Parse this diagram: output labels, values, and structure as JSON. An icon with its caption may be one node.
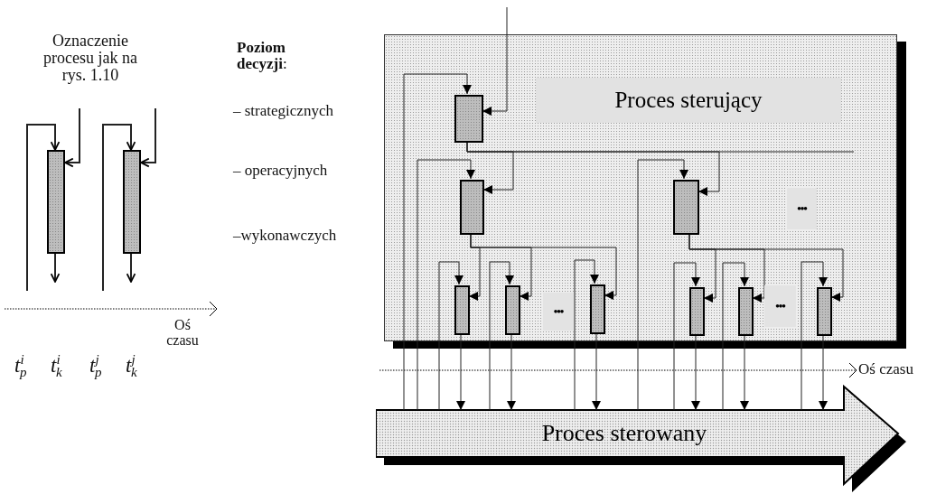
{
  "diagram": {
    "nodes": [
      {
        "text": [
          "Proces sterujący"
        ]
      },
      {
        "text": [],
        "shape": "box",
        "in": 0
      },
      {
        "text": [],
        "shape": "box",
        "in": 0
      },
      {
        "text": [],
        "shape": "box",
        "in": 0
      },
      {
        "text": [
          "•••"
        ],
        "in": 0
      },
      {
        "text": [],
        "shape": "box",
        "in": 0
      },
      {
        "text": [],
        "shape": "box",
        "in": 0
      },
      {
        "text": [],
        "shape": "box",
        "in": 0
      },
      {
        "text": [
          "•••"
        ],
        "in": 0
      },
      {
        "text": [],
        "shape": "box",
        "in": 0
      },
      {
        "text": [],
        "shape": "box",
        "in": 0
      },
      {
        "text": [],
        "shape": "box",
        "in": 0
      },
      {
        "text": [
          "•••"
        ],
        "in": 0
      },
      {
        "text": [
          "Proces sterowany"
        ]
      },
      {
        "text": [],
        "shape": "box"
      },
      {
        "text": [],
        "shape": "box"
      }
    ],
    "edges": [
      {
        "from": null,
        "to": 1,
        "arrow": "to"
      },
      {
        "from": 1,
        "to": 2,
        "arrow": "to"
      },
      {
        "from": 1,
        "to": 3,
        "arrow": "to"
      },
      {
        "from": 1,
        "to": null,
        "arrow": "none"
      },
      {
        "from": 2,
        "to": 5,
        "arrow": "to"
      },
      {
        "from": 2,
        "to": 6,
        "arrow": "to"
      },
      {
        "from": 2,
        "to": 7,
        "arrow": "to"
      },
      {
        "from": 3,
        "to": 9,
        "arrow": "to"
      },
      {
        "from": 3,
        "to": 10,
        "arrow": "to"
      },
      {
        "from": 3,
        "to": 11,
        "arrow": "to"
      },
      {
        "from": 13,
        "to": 1,
        "arrow": "to"
      },
      {
        "from": 13,
        "to": 2,
        "arrow": "to"
      },
      {
        "from": 13,
        "to": 5,
        "arrow": "to"
      },
      {
        "from": 13,
        "to": 6,
        "arrow": "to"
      },
      {
        "from": 13,
        "to": 7,
        "arrow": "to"
      },
      {
        "from": 13,
        "to": 3,
        "arrow": "to"
      },
      {
        "from": 13,
        "to": 9,
        "arrow": "to"
      },
      {
        "from": 13,
        "to": 10,
        "arrow": "to"
      },
      {
        "from": 13,
        "to": 11,
        "arrow": "to"
      },
      {
        "from": 5,
        "to": 13,
        "arrow": "to"
      },
      {
        "from": 6,
        "to": 13,
        "arrow": "to"
      },
      {
        "from": 7,
        "to": 13,
        "arrow": "to"
      },
      {
        "from": 9,
        "to": 13,
        "arrow": "to"
      },
      {
        "from": 10,
        "to": 13,
        "arrow": "to"
      },
      {
        "from": 11,
        "to": 13,
        "arrow": "to"
      },
      {
        "from": null,
        "to": 14,
        "arrow": "to"
      },
      {
        "from": null,
        "to": 14,
        "arrow": "to"
      },
      {
        "from": 14,
        "to": null,
        "arrow": "to"
      },
      {
        "from": null,
        "to": 15,
        "arrow": "to"
      },
      {
        "from": null,
        "to": 15,
        "arrow": "to"
      },
      {
        "from": 15,
        "to": null,
        "arrow": "to"
      }
    ],
    "labels": [
      "Oznaczenie procesu jak na rys. 1.10",
      "**Poziom decyzji**:",
      "– strategicznych",
      "– operacyjnych",
      "–wykonawczych",
      "Oś czasu",
      "t$^{i}$$_{p}$",
      "t$^{i}$$_{k}$",
      "t$^{j}$$_{p}$",
      "t$^{j}$$_{k}$",
      "Oś czasu"
    ]
  }
}
